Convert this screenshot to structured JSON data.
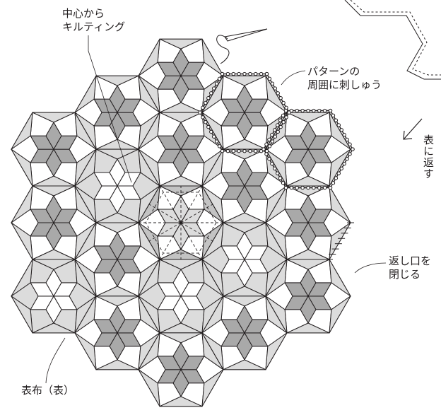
{
  "colors": {
    "line": "#231f20",
    "dark": "#a9a9a9",
    "light": "#dcdcdc",
    "white": "#ffffff",
    "mid": "#c3c3c3"
  },
  "labels": {
    "center_quilting": "中心から\nキルティング",
    "pattern_embroidery": "パターンの\n周囲に刺しゅう",
    "turn_over": "表に返す",
    "close_opening": "返し口を\n閉じる",
    "front_fabric": "表布（表）"
  },
  "icons": {
    "needle": "needle-icon",
    "arrow": "arrow-icon"
  }
}
